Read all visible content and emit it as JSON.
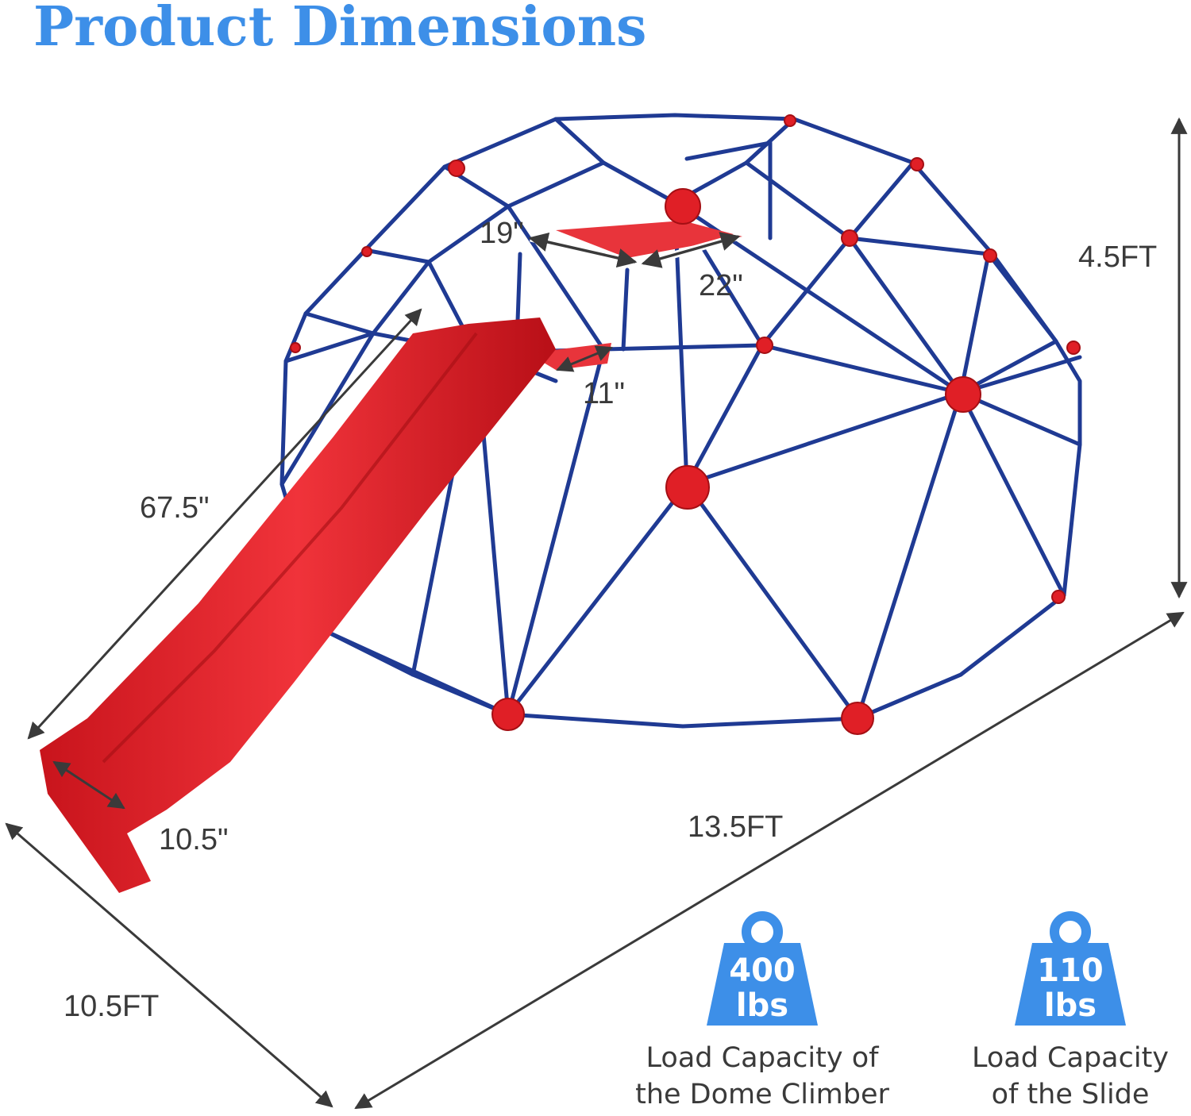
{
  "title": "Product Dimensions",
  "colors": {
    "title": "#3d8fe8",
    "frame": "#1f3a93",
    "accent_red": "#e01f26",
    "weight_icon": "#3d8fe8",
    "arrow": "#3a3a3a"
  },
  "dimensions": {
    "platform_width": "19\"",
    "platform_depth": "22\"",
    "slide_top_width": "11\"",
    "slide_length": "67.5\"",
    "slide_bottom_width": "10.5\"",
    "height": "4.5FT",
    "length": "13.5FT",
    "width": "10.5FT"
  },
  "capacities": [
    {
      "value": "400",
      "unit": "lbs",
      "caption_line1": "Load Capacity of",
      "caption_line2": "the Dome Climber",
      "icon": "weight-icon"
    },
    {
      "value": "110",
      "unit": "lbs",
      "caption_line1": "Load Capacity",
      "caption_line2": "of the Slide",
      "icon": "weight-icon"
    }
  ]
}
